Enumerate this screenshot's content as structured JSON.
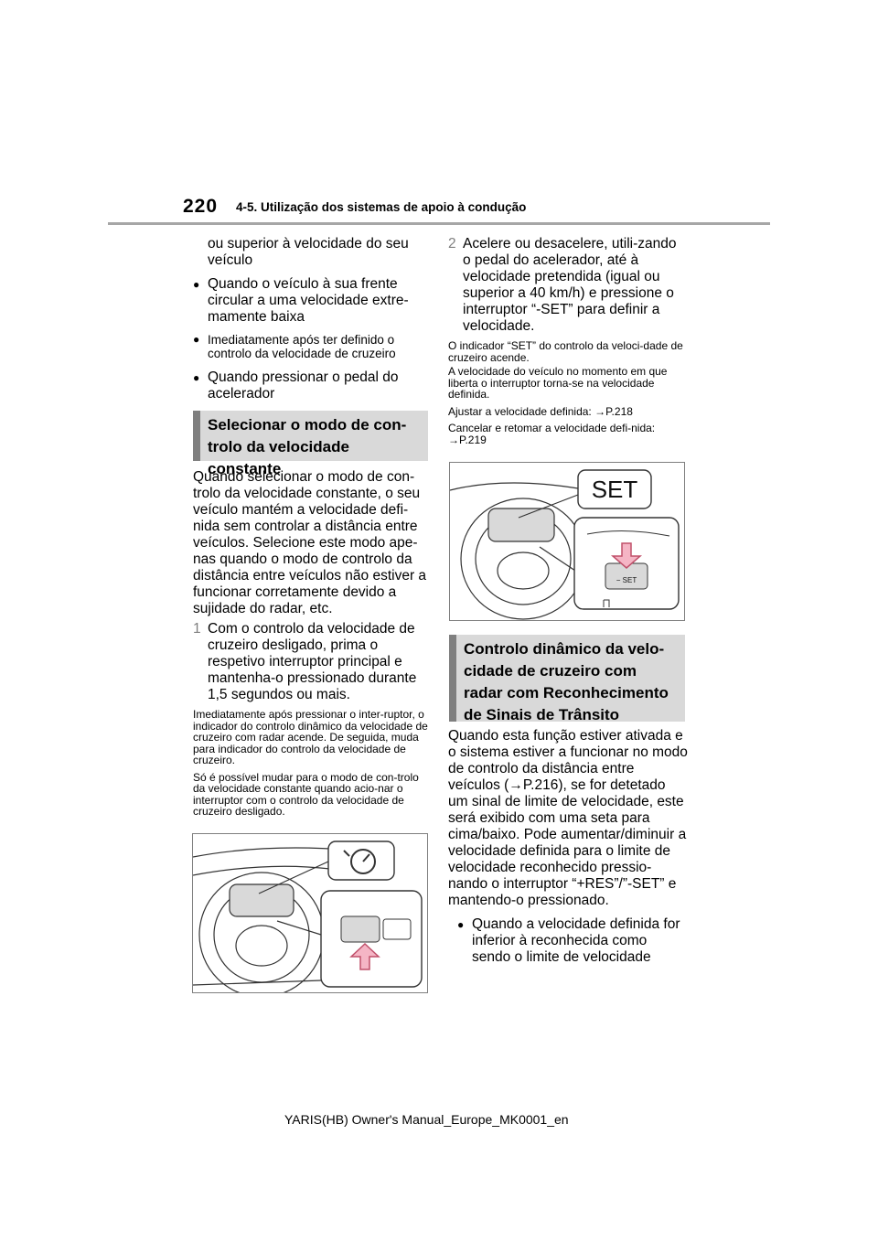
{
  "header": {
    "page_number": "220",
    "chapter": "4-5. Utilização dos sistemas de apoio à condução"
  },
  "left": {
    "line_cont": "ou superior à velocidade do seu veículo",
    "bullets": [
      "Quando o veículo à sua frente circular a uma velocidade extre-mamente baixa",
      "Imediatamente após ter definido o controlo da velocidade de cruzeiro",
      "Quando pressionar o pedal do acelerador"
    ],
    "heading": "Selecionar o modo de con-trolo da velocidade constante",
    "intro": "Quando selecionar o modo de con-trolo da velocidade constante, o seu veículo mantém a velocidade defi-nida sem controlar a distância entre veículos. Selecione este modo ape-nas quando o modo de controlo da distância entre veículos não estiver a funcionar corretamente devido a sujidade do radar, etc.",
    "step_num": "1",
    "step_text": "Com o controlo da velocidade de cruzeiro desligado, prima o respetivo interruptor principal e mantenha-o pressionado durante 1,5 segundos ou mais.",
    "note1": "Imediatamente após pressionar o inter-ruptor, o indicador do controlo dinâmico da velocidade de cruzeiro com radar acende. De seguida, muda para indicador do controlo da velocidade de cruzeiro.",
    "note2": "Só é possível mudar para o modo de con-trolo da velocidade constante quando acio-nar o interruptor com o controlo da velocidade de cruzeiro desligado."
  },
  "right": {
    "step_num": "2",
    "step_text": "Acelere ou desacelere, utili-zando o pedal do acelerador, até à velocidade pretendida (igual ou superior a 40 km/h) e pressione o interruptor “-SET” para definir a velocidade.",
    "note1": "O indicador “SET” do controlo da veloci-dade de cruzeiro acende.",
    "note2": "A velocidade do veículo no momento em que liberta o interruptor torna-se na velocidade definida.",
    "note3": "Ajustar a velocidade definida: →P.218",
    "note4": "Cancelar e retomar a velocidade defi-nida: →P.219",
    "set_label": "SET",
    "switch_label": "− SET",
    "heading": "Controlo dinâmico da velo-cidade de cruzeiro com radar com Reconhecimento de Sinais de Trânsito",
    "para": "Quando esta função estiver ativada e o sistema estiver a funcionar no modo de controlo da distância entre veículos (→P.216), se for detetado um sinal de limite de velocidade, este será exibido com uma seta para cima/baixo. Pode aumentar/diminuir a velocidade definida para o limite de velocidade reconhecido pressio-nando o interruptor “+RES”/”-SET” e mantendo-o pressionado.",
    "bullet": "Quando a velocidade definida for inferior à reconhecida como sendo o limite de velocidade"
  },
  "footer": {
    "text": "YARIS(HB) Owner's Manual_Europe_MK0001_en"
  }
}
